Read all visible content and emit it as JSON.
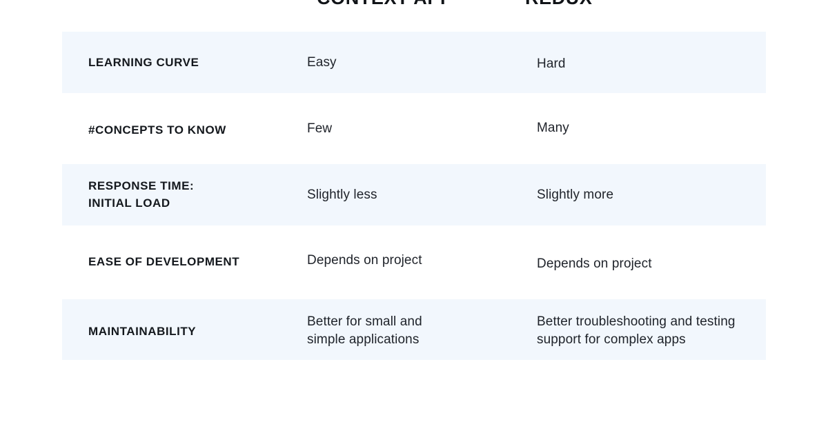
{
  "table": {
    "columns": [
      {
        "key": "feature",
        "label": ""
      },
      {
        "key": "context_api",
        "label": "CONTEXT API"
      },
      {
        "key": "redux",
        "label": "REDUX"
      }
    ],
    "rows": [
      {
        "feature": "LEARNING CURVE",
        "context_api": "Easy",
        "redux": "Hard",
        "striped": true
      },
      {
        "feature": "#CONCEPTS TO KNOW",
        "context_api": "Few",
        "redux": "Many",
        "striped": false
      },
      {
        "feature": "RESPONSE TIME:\nINITIAL LOAD",
        "context_api": "Slightly less",
        "redux": "Slightly more",
        "striped": true
      },
      {
        "feature": "EASE OF DEVELOPMENT",
        "context_api": "Depends on project",
        "redux": "Depends on project",
        "striped": false
      },
      {
        "feature": "MAINTAINABILITY",
        "context_api": "Better for small and\nsimple applications",
        "redux": "Better troubleshooting and testing\nsupport for complex apps",
        "striped": true
      }
    ]
  },
  "colors": {
    "page_background": "#ffffff",
    "row_stripe": "#f2f7fd",
    "heading_text": "#111418",
    "label_text": "#14181d",
    "value_text": "#20242b"
  }
}
